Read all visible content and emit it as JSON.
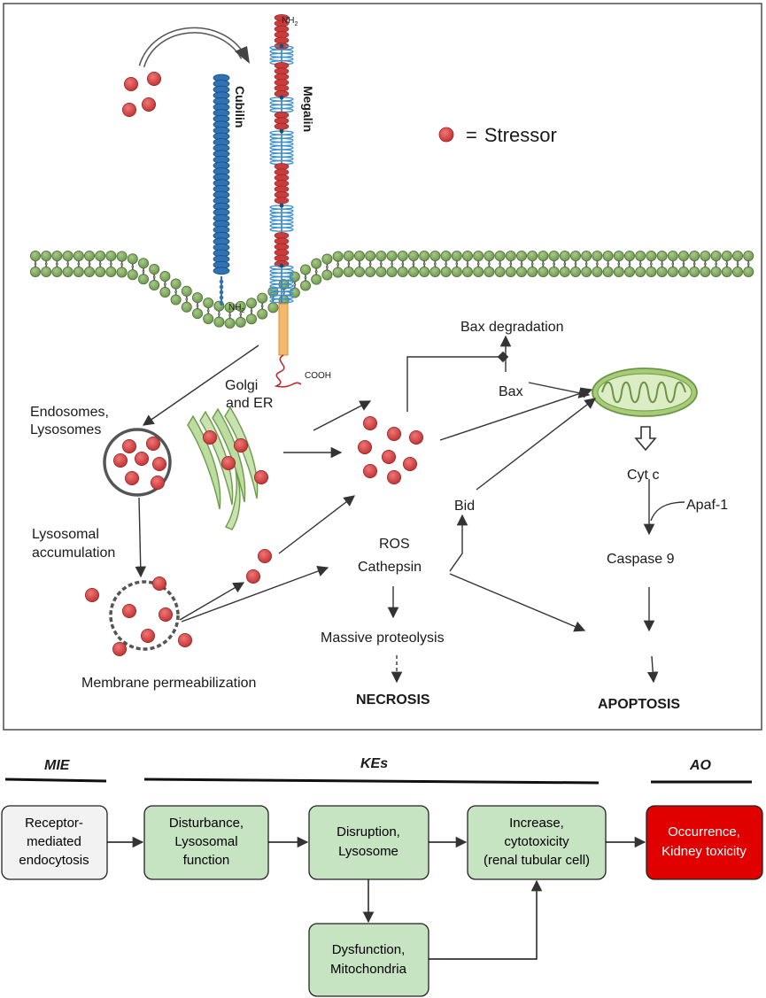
{
  "panel": {
    "legend": {
      "symbol": "=",
      "label": "Stressor"
    },
    "proteins": {
      "cubilin": "Cubilin",
      "megalin": "Megalin"
    },
    "termini": {
      "nh2_top": "NH",
      "nh2_cubilin": "NH",
      "subscript": "2",
      "cooh": "COOH"
    },
    "labels": {
      "endosomes_1": "Endosomes,",
      "endosomes_2": "Lysosomes",
      "golgi_1": "Golgi",
      "golgi_2": "and ER",
      "lysosomal_1": "Lysosomal",
      "lysosomal_2": "accumulation",
      "membrane_perm": "Membrane permeabilization",
      "ros": "ROS",
      "cathepsin": "Cathepsin",
      "massive_proteolysis": "Massive proteolysis",
      "necrosis": "NECROSIS",
      "bax_degradation": "Bax degradation",
      "bax": "Bax",
      "bid": "Bid",
      "cyt_c": "Cyt c",
      "apaf1": "Apaf-1",
      "caspase9": "Caspase 9",
      "apoptosis": "APOPTOSIS"
    }
  },
  "pathway": {
    "headers": {
      "mie": "MIE",
      "kes": "KEs",
      "ao": "AO"
    },
    "boxes": {
      "b1": [
        "Receptor-",
        "mediated",
        "endocytosis"
      ],
      "b2": [
        "Disturbance,",
        "Lysosomal",
        "function"
      ],
      "b3": [
        "Disruption,",
        "Lysosome"
      ],
      "b4": [
        "Increase,",
        "cytotoxicity",
        "(renal tubular cell)"
      ],
      "b5": [
        "Occurrence,",
        "Kidney toxicity"
      ],
      "b6": [
        "Dysfunction,",
        "Mitochondria"
      ]
    }
  },
  "colors": {
    "stressor": "#d64545",
    "lipid_head": "#8bb06a",
    "cubilin": "#2f73b5",
    "megalin_blue": "#3c8fd0",
    "megalin_red": "#c93c3c",
    "box_green": "#c6e4c1",
    "box_grey": "#f2f2f2",
    "box_red": "#e00000",
    "mitochondrion": "#9cc46b"
  }
}
